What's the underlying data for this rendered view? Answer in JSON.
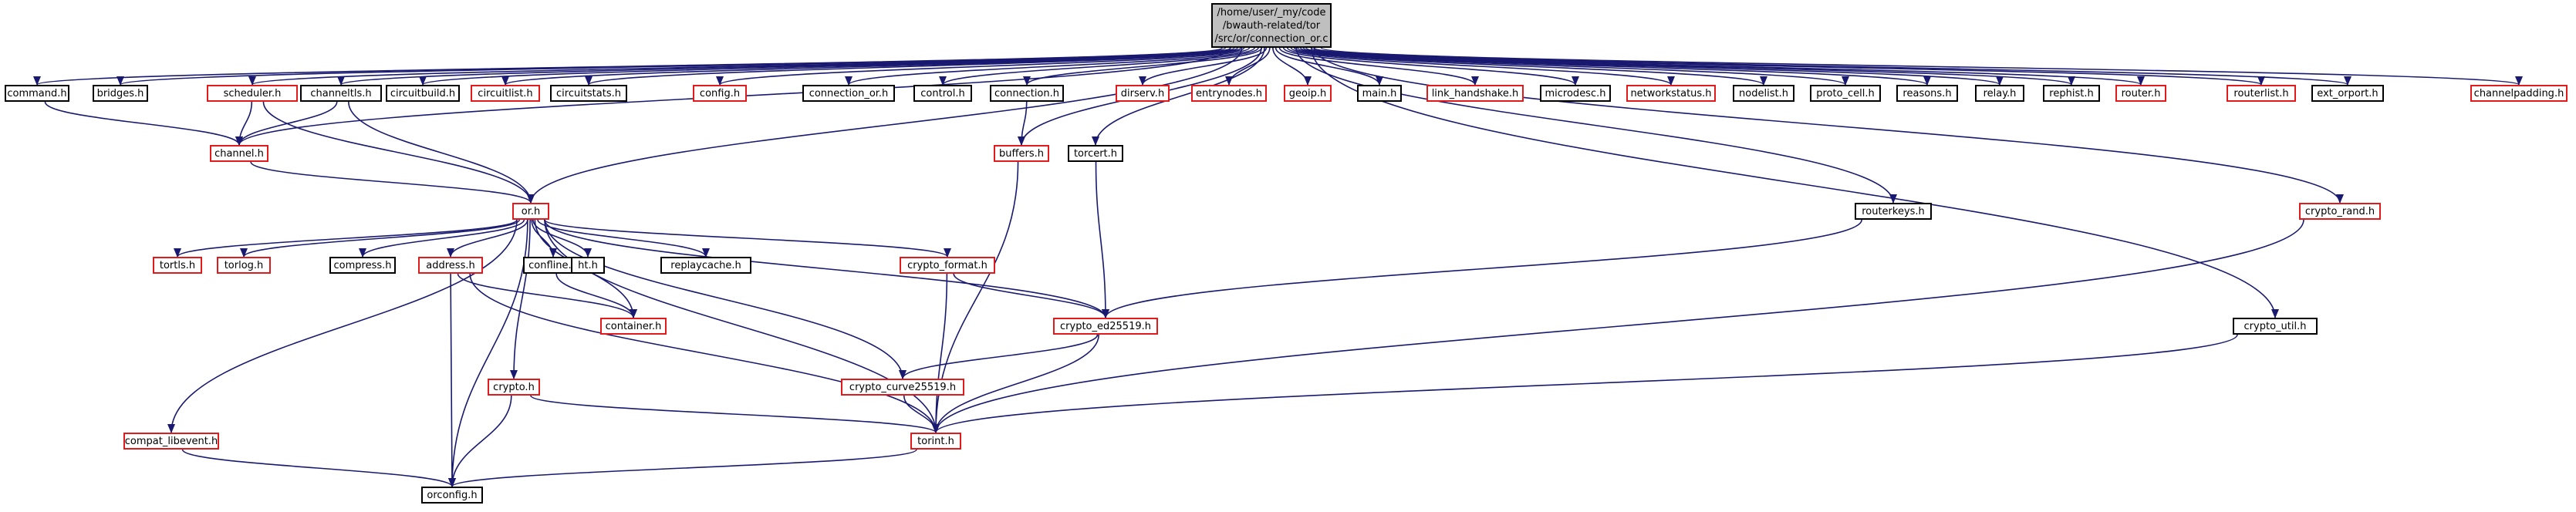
{
  "diagram": {
    "root_lines": [
      "/home/user/_my/code",
      "/bwauth-related/tor",
      "/src/or/connection_or.c"
    ],
    "colors": {
      "edge": "#191970",
      "border_normal": "#000000",
      "border_truncated": "#e31a1c",
      "root_fill": "#bfbfbf"
    },
    "nodes": [
      {
        "id": "root",
        "label": "/home/user/_my/code/bwauth-related/tor/src/or/connection_or.c",
        "style": "root"
      },
      {
        "id": "command_h",
        "label": "command.h",
        "style": "normal"
      },
      {
        "id": "bridges_h",
        "label": "bridges.h",
        "style": "normal"
      },
      {
        "id": "scheduler_h",
        "label": "scheduler.h",
        "style": "truncated"
      },
      {
        "id": "channeltls_h",
        "label": "channeltls.h",
        "style": "normal"
      },
      {
        "id": "circuitbuild_h",
        "label": "circuitbuild.h",
        "style": "normal"
      },
      {
        "id": "circuitlist_h",
        "label": "circuitlist.h",
        "style": "truncated"
      },
      {
        "id": "circuitstats_h",
        "label": "circuitstats.h",
        "style": "normal"
      },
      {
        "id": "config_h",
        "label": "config.h",
        "style": "truncated"
      },
      {
        "id": "connection_or_h",
        "label": "connection_or.h",
        "style": "normal"
      },
      {
        "id": "control_h",
        "label": "control.h",
        "style": "normal"
      },
      {
        "id": "connection_h",
        "label": "connection.h",
        "style": "normal"
      },
      {
        "id": "dirserv_h",
        "label": "dirserv.h",
        "style": "truncated"
      },
      {
        "id": "entrynodes_h",
        "label": "entrynodes.h",
        "style": "truncated"
      },
      {
        "id": "geoip_h",
        "label": "geoip.h",
        "style": "truncated"
      },
      {
        "id": "main_h",
        "label": "main.h",
        "style": "normal"
      },
      {
        "id": "link_handshake_h",
        "label": "link_handshake.h",
        "style": "truncated"
      },
      {
        "id": "microdesc_h",
        "label": "microdesc.h",
        "style": "normal"
      },
      {
        "id": "networkstatus_h",
        "label": "networkstatus.h",
        "style": "truncated"
      },
      {
        "id": "nodelist_h",
        "label": "nodelist.h",
        "style": "normal"
      },
      {
        "id": "proto_cell_h",
        "label": "proto_cell.h",
        "style": "normal"
      },
      {
        "id": "reasons_h",
        "label": "reasons.h",
        "style": "normal"
      },
      {
        "id": "relay_h",
        "label": "relay.h",
        "style": "normal"
      },
      {
        "id": "rephist_h",
        "label": "rephist.h",
        "style": "normal"
      },
      {
        "id": "router_h",
        "label": "router.h",
        "style": "truncated"
      },
      {
        "id": "routerlist_h",
        "label": "routerlist.h",
        "style": "truncated"
      },
      {
        "id": "ext_orport_h",
        "label": "ext_orport.h",
        "style": "normal"
      },
      {
        "id": "channelpadding_h",
        "label": "channelpadding.h",
        "style": "truncated"
      },
      {
        "id": "channel_h",
        "label": "channel.h",
        "style": "truncated"
      },
      {
        "id": "buffers_h",
        "label": "buffers.h",
        "style": "truncated"
      },
      {
        "id": "torcert_h",
        "label": "torcert.h",
        "style": "normal"
      },
      {
        "id": "or_h",
        "label": "or.h",
        "style": "truncated"
      },
      {
        "id": "routerkeys_h",
        "label": "routerkeys.h",
        "style": "normal"
      },
      {
        "id": "crypto_rand_h",
        "label": "crypto_rand.h",
        "style": "truncated"
      },
      {
        "id": "tortls_h",
        "label": "tortls.h",
        "style": "truncated"
      },
      {
        "id": "torlog_h",
        "label": "torlog.h",
        "style": "truncated"
      },
      {
        "id": "compress_h",
        "label": "compress.h",
        "style": "normal"
      },
      {
        "id": "address_h",
        "label": "address.h",
        "style": "truncated"
      },
      {
        "id": "confline_h",
        "label": "confline.h",
        "style": "normal"
      },
      {
        "id": "ht_h",
        "label": "ht.h",
        "style": "normal"
      },
      {
        "id": "replaycache_h",
        "label": "replaycache.h",
        "style": "normal"
      },
      {
        "id": "crypto_format_h",
        "label": "crypto_format.h",
        "style": "truncated"
      },
      {
        "id": "container_h",
        "label": "container.h",
        "style": "truncated"
      },
      {
        "id": "crypto_ed25519_h",
        "label": "crypto_ed25519.h",
        "style": "truncated"
      },
      {
        "id": "crypto_util_h",
        "label": "crypto_util.h",
        "style": "normal"
      },
      {
        "id": "crypto_h",
        "label": "crypto.h",
        "style": "truncated"
      },
      {
        "id": "crypto_curve25519_h",
        "label": "crypto_curve25519.h",
        "style": "truncated"
      },
      {
        "id": "compat_libevent_h",
        "label": "compat_libevent.h",
        "style": "truncated"
      },
      {
        "id": "torint_h",
        "label": "torint.h",
        "style": "truncated"
      },
      {
        "id": "orconfig_h",
        "label": "orconfig.h",
        "style": "normal"
      }
    ],
    "edges": [
      [
        "root",
        "command_h"
      ],
      [
        "root",
        "bridges_h"
      ],
      [
        "root",
        "scheduler_h"
      ],
      [
        "root",
        "channeltls_h"
      ],
      [
        "root",
        "circuitbuild_h"
      ],
      [
        "root",
        "circuitlist_h"
      ],
      [
        "root",
        "circuitstats_h"
      ],
      [
        "root",
        "config_h"
      ],
      [
        "root",
        "connection_or_h"
      ],
      [
        "root",
        "control_h"
      ],
      [
        "root",
        "connection_h"
      ],
      [
        "root",
        "dirserv_h"
      ],
      [
        "root",
        "entrynodes_h"
      ],
      [
        "root",
        "geoip_h"
      ],
      [
        "root",
        "main_h"
      ],
      [
        "root",
        "link_handshake_h"
      ],
      [
        "root",
        "microdesc_h"
      ],
      [
        "root",
        "networkstatus_h"
      ],
      [
        "root",
        "nodelist_h"
      ],
      [
        "root",
        "proto_cell_h"
      ],
      [
        "root",
        "reasons_h"
      ],
      [
        "root",
        "relay_h"
      ],
      [
        "root",
        "rephist_h"
      ],
      [
        "root",
        "router_h"
      ],
      [
        "root",
        "routerlist_h"
      ],
      [
        "root",
        "ext_orport_h"
      ],
      [
        "root",
        "channelpadding_h"
      ],
      [
        "root",
        "channel_h"
      ],
      [
        "root",
        "or_h"
      ],
      [
        "root",
        "buffers_h"
      ],
      [
        "root",
        "torcert_h"
      ],
      [
        "root",
        "routerkeys_h"
      ],
      [
        "root",
        "crypto_rand_h"
      ],
      [
        "root",
        "crypto_util_h"
      ],
      [
        "command_h",
        "channel_h"
      ],
      [
        "scheduler_h",
        "channel_h"
      ],
      [
        "scheduler_h",
        "or_h"
      ],
      [
        "channeltls_h",
        "channel_h"
      ],
      [
        "channeltls_h",
        "or_h"
      ],
      [
        "channel_h",
        "or_h"
      ],
      [
        "connection_h",
        "buffers_h"
      ],
      [
        "buffers_h",
        "torint_h"
      ],
      [
        "torcert_h",
        "crypto_ed25519_h"
      ],
      [
        "routerkeys_h",
        "crypto_ed25519_h"
      ],
      [
        "crypto_rand_h",
        "torint_h"
      ],
      [
        "crypto_util_h",
        "torint_h"
      ],
      [
        "or_h",
        "tortls_h"
      ],
      [
        "or_h",
        "torlog_h"
      ],
      [
        "or_h",
        "compress_h"
      ],
      [
        "or_h",
        "address_h"
      ],
      [
        "or_h",
        "confline_h"
      ],
      [
        "or_h",
        "ht_h"
      ],
      [
        "or_h",
        "replaycache_h"
      ],
      [
        "or_h",
        "crypto_format_h"
      ],
      [
        "or_h",
        "container_h"
      ],
      [
        "or_h",
        "crypto_ed25519_h"
      ],
      [
        "or_h",
        "crypto_h"
      ],
      [
        "or_h",
        "crypto_curve25519_h"
      ],
      [
        "or_h",
        "compat_libevent_h"
      ],
      [
        "or_h",
        "torint_h"
      ],
      [
        "or_h",
        "orconfig_h"
      ],
      [
        "address_h",
        "container_h"
      ],
      [
        "address_h",
        "torint_h"
      ],
      [
        "address_h",
        "orconfig_h"
      ],
      [
        "confline_h",
        "container_h"
      ],
      [
        "crypto_format_h",
        "crypto_ed25519_h"
      ],
      [
        "crypto_format_h",
        "torint_h"
      ],
      [
        "crypto_ed25519_h",
        "crypto_curve25519_h"
      ],
      [
        "crypto_ed25519_h",
        "torint_h"
      ],
      [
        "crypto_curve25519_h",
        "torint_h"
      ],
      [
        "crypto_h",
        "torint_h"
      ],
      [
        "crypto_h",
        "orconfig_h"
      ],
      [
        "compat_libevent_h",
        "orconfig_h"
      ],
      [
        "torint_h",
        "orconfig_h"
      ]
    ]
  }
}
